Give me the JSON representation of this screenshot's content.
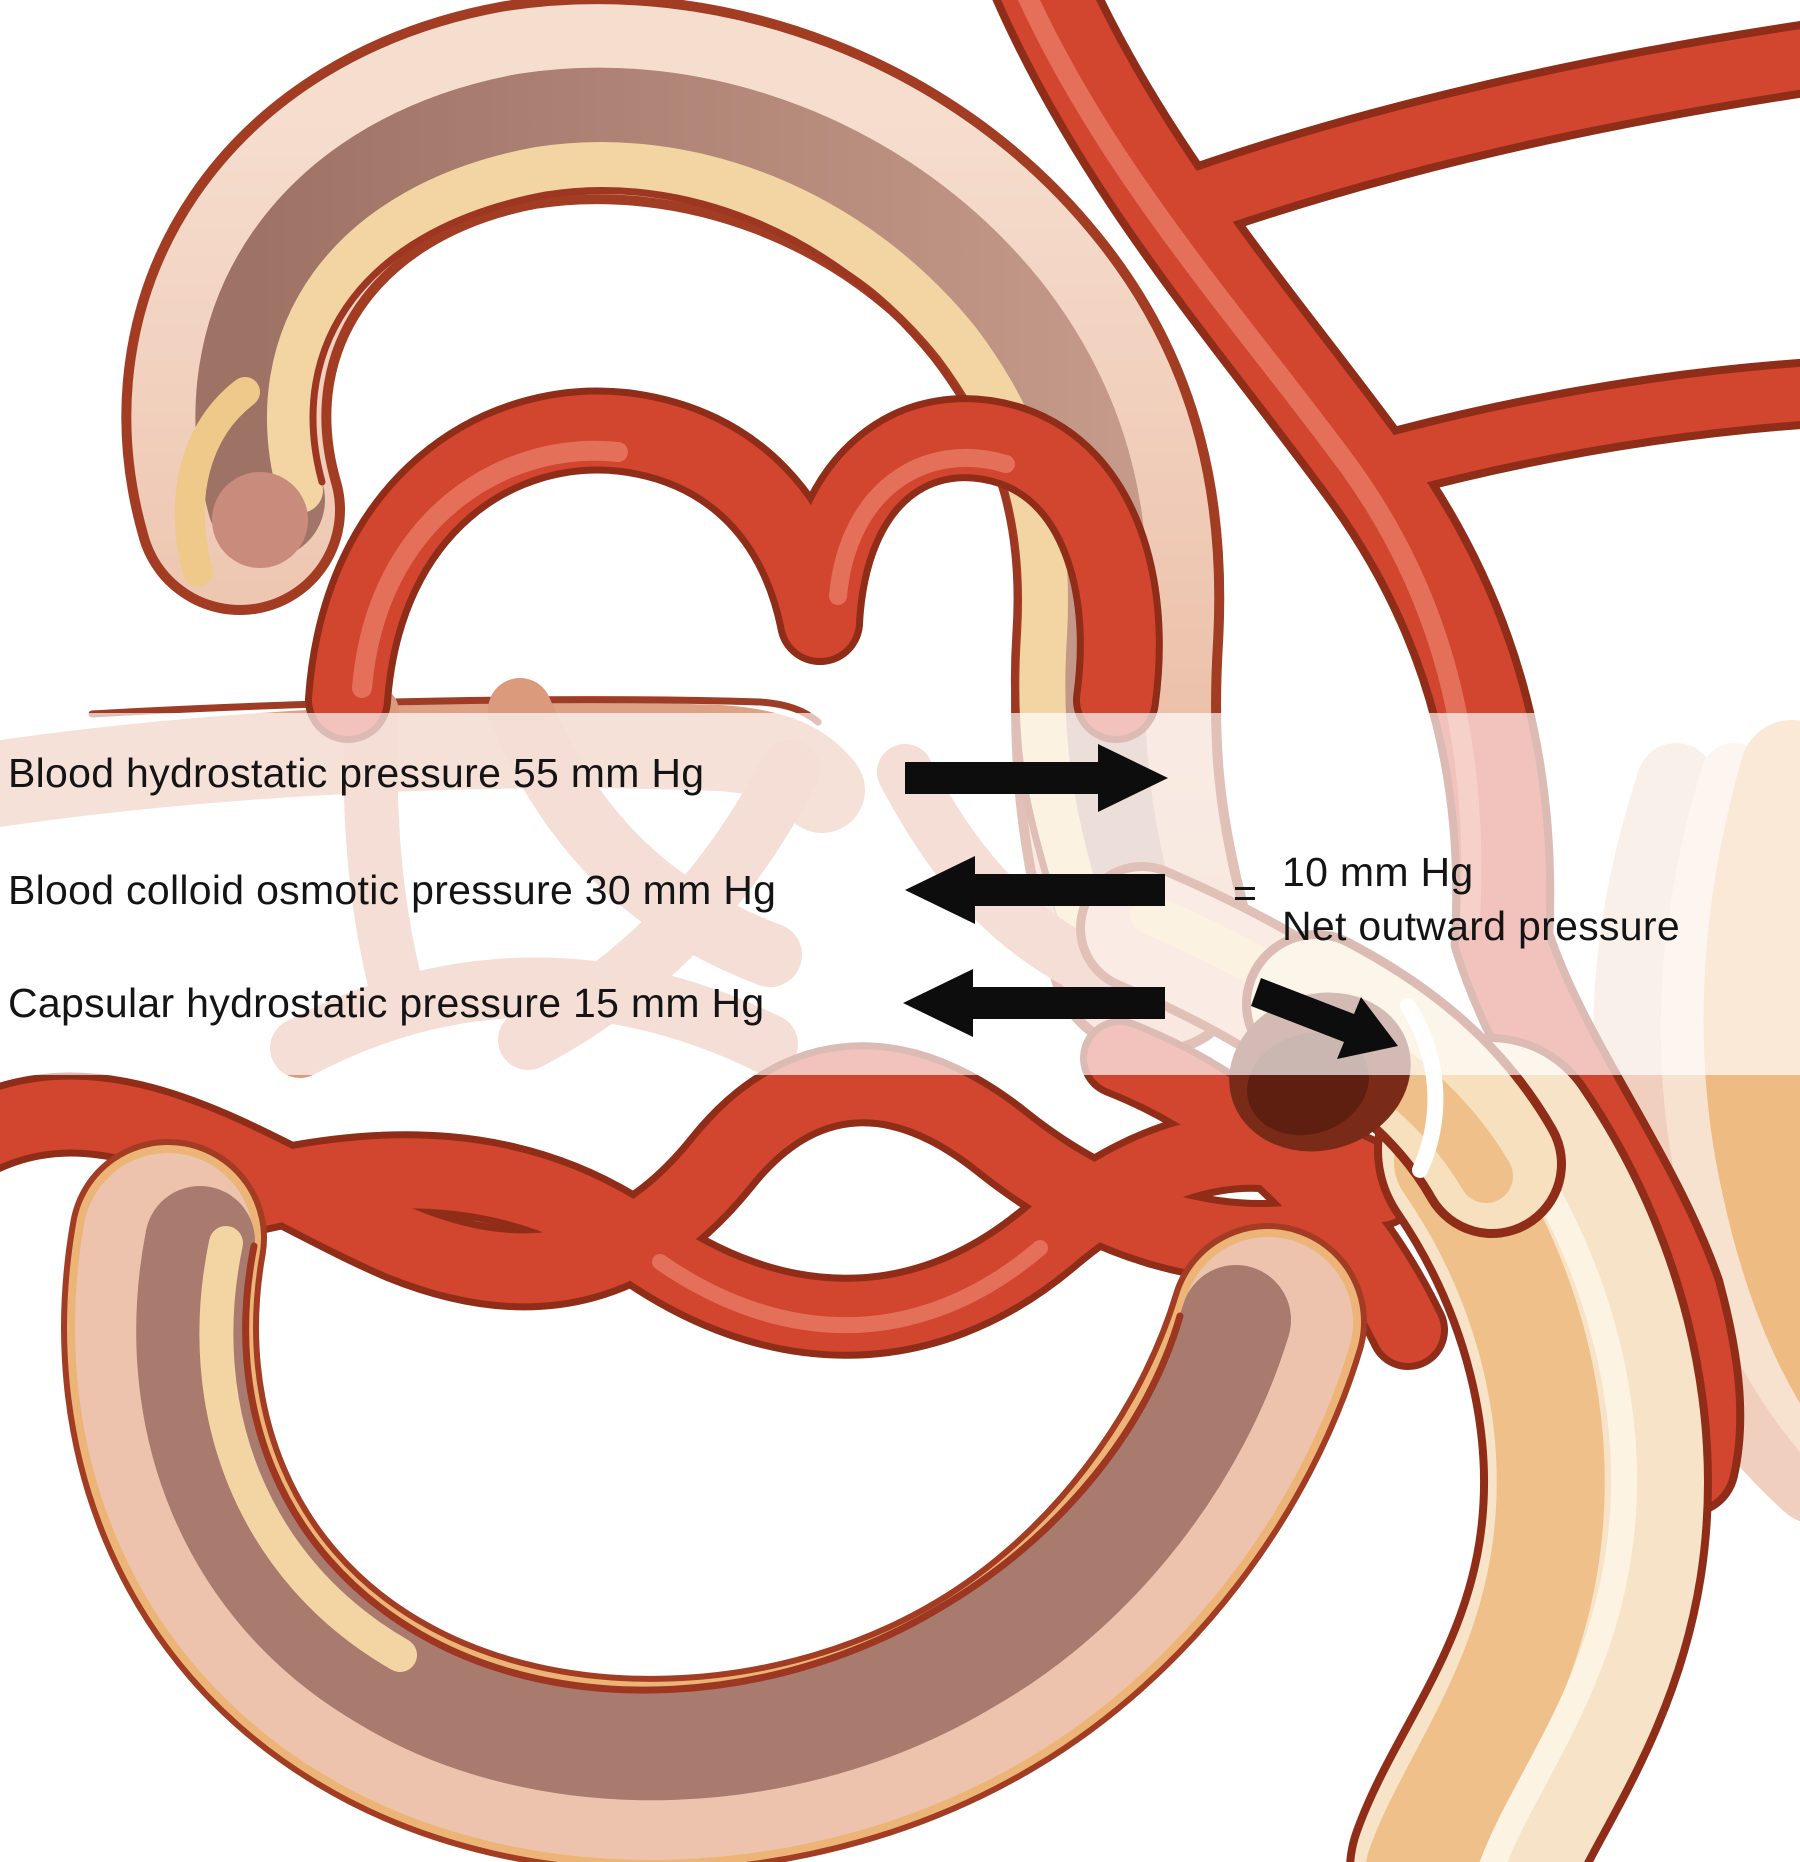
{
  "pressure_labels": [
    {
      "text": "Blood hydrostatic pressure 55 mm Hg",
      "value_mm_hg": "55",
      "arrow_direction": "right"
    },
    {
      "text": "Blood colloid osmotic pressure 30 mm Hg",
      "value_mm_hg": "30",
      "arrow_direction": "left"
    },
    {
      "text": "Capsular hydrostatic pressure 15 mm Hg",
      "value_mm_hg": "15",
      "arrow_direction": "left"
    }
  ],
  "net_pressure": {
    "equals_sign": "=",
    "value": "10 mm Hg",
    "label": "Net outward pressure",
    "arrow_direction": "down-right"
  },
  "colors": {
    "vessel_red": "#d2452f",
    "vessel_highlight": "#e4705a",
    "vessel_dark_edge": "#8f2d18",
    "capsule_outline": "#a23d24",
    "capsule_pink": "#eec5ae",
    "capsule_mauve": "#ae8073",
    "capsule_cream": "#f3d5a4",
    "tubule_cream": "#f7e3c8",
    "tubule_orange": "#efc089",
    "pale_vessel_pink": "#dfa183",
    "arrow_black": "#0d0d0d",
    "overlay_band": "rgba(255,255,255,0.68)"
  }
}
